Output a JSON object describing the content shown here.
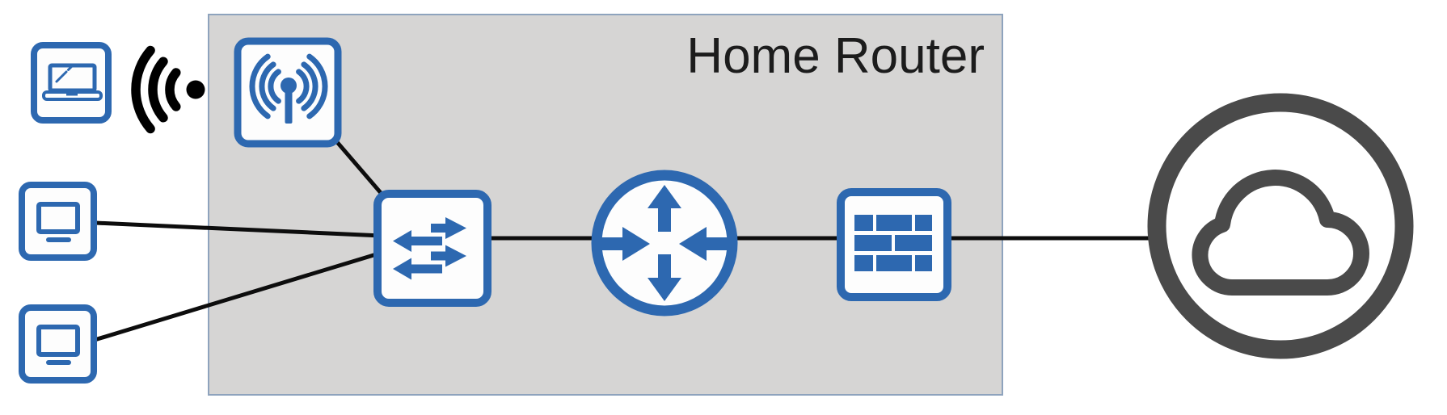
{
  "diagram": {
    "title": "Home Router",
    "type": "network-topology"
  },
  "colors": {
    "background": "#ffffff",
    "icon_blue": "#2d68b0",
    "icon_fill": "#fdfdfd",
    "box_fill": "#d6d5d4",
    "box_border": "#8ea3bd",
    "line": "#0d0d0d",
    "signal_black": "#000000",
    "cloud_gray": "#4a4a4a",
    "title_color": "#1c1c1c"
  },
  "nodes": [
    {
      "id": "laptop",
      "icon": "laptop-icon",
      "kind": "wireless laptop client"
    },
    {
      "id": "wifi-signal",
      "icon": "wifi-signal-icon",
      "kind": "wireless signal waves"
    },
    {
      "id": "desktop-1",
      "icon": "desktop-computer-icon",
      "kind": "wired desktop client"
    },
    {
      "id": "desktop-2",
      "icon": "desktop-computer-icon",
      "kind": "wired desktop client"
    },
    {
      "id": "access-point",
      "icon": "wireless-access-point-icon",
      "kind": "wireless access point",
      "container": "home-router"
    },
    {
      "id": "switch",
      "icon": "network-switch-icon",
      "kind": "LAN switch",
      "container": "home-router"
    },
    {
      "id": "router",
      "icon": "router-icon",
      "kind": "router",
      "container": "home-router"
    },
    {
      "id": "firewall",
      "icon": "firewall-icon",
      "kind": "firewall",
      "container": "home-router"
    },
    {
      "id": "cloud",
      "icon": "cloud-icon",
      "kind": "internet cloud"
    }
  ],
  "container": {
    "id": "home-router",
    "label": "Home Router"
  },
  "edges": [
    {
      "from": "laptop",
      "to": "access-point",
      "type": "wireless"
    },
    {
      "from": "access-point",
      "to": "switch",
      "type": "wired"
    },
    {
      "from": "desktop-1",
      "to": "switch",
      "type": "wired"
    },
    {
      "from": "desktop-2",
      "to": "switch",
      "type": "wired"
    },
    {
      "from": "switch",
      "to": "router",
      "type": "wired"
    },
    {
      "from": "router",
      "to": "firewall",
      "type": "wired"
    },
    {
      "from": "firewall",
      "to": "cloud",
      "type": "wired"
    }
  ]
}
